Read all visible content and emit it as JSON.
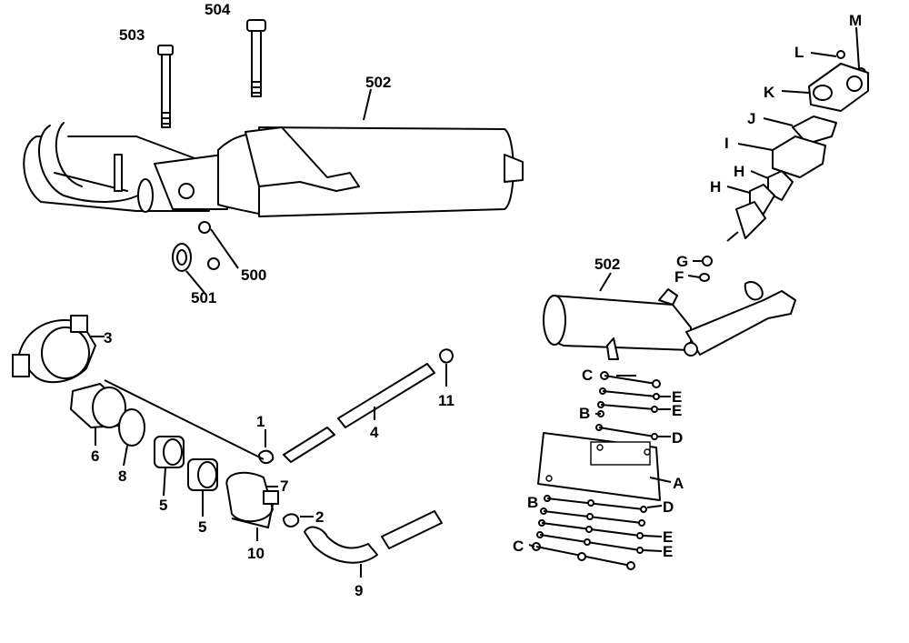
{
  "colors": {
    "ink": "#000000",
    "paper": "#ffffff"
  },
  "labels": {
    "p504": "504",
    "p503": "503",
    "p502_top": "502",
    "p500": "500",
    "p501": "501",
    "p3": "3",
    "p1": "1",
    "p11": "11",
    "p4": "4",
    "p6": "6",
    "p8": "8",
    "p5a": "5",
    "p5b": "5",
    "p7": "7",
    "p2": "2",
    "p10": "10",
    "p9": "9",
    "M": "M",
    "L": "L",
    "K": "K",
    "J": "J",
    "I": "I",
    "H1": "H",
    "H2": "H",
    "G": "G",
    "F": "F",
    "p502_right": "502",
    "C1": "C",
    "E1": "E",
    "B1": "B",
    "E2": "E",
    "D1": "D",
    "A": "A",
    "B2": "B",
    "D2": "D",
    "E3": "E",
    "C2": "C",
    "E4": "E"
  }
}
